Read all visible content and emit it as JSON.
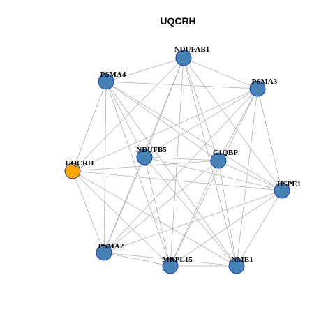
{
  "graph": {
    "title": "UQCRH",
    "colors": {
      "node_default": "#4682b4",
      "node_focus": "#ffa500",
      "node_border": "#1f3fbf",
      "edge": "#b3b3b3"
    },
    "nodes": [
      {
        "id": "NDUFAB1",
        "label": "NDUFAB1",
        "focus": false
      },
      {
        "id": "PSMA4",
        "label": "PSMA4",
        "focus": false
      },
      {
        "id": "PSMA3",
        "label": "PSMA3",
        "focus": false
      },
      {
        "id": "NDUFB5",
        "label": "NDUFB5",
        "focus": false
      },
      {
        "id": "C1QBP",
        "label": "C1QBP",
        "focus": false
      },
      {
        "id": "UQCRH",
        "label": "UQCRH",
        "focus": true
      },
      {
        "id": "HSPE1",
        "label": "HSPE1",
        "focus": false
      },
      {
        "id": "PSMA2",
        "label": "PSMA2",
        "focus": false
      },
      {
        "id": "MRPL15",
        "label": "MRPL15",
        "focus": false
      },
      {
        "id": "NME1",
        "label": "NME1",
        "focus": false
      }
    ],
    "edges": [
      [
        "NDUFAB1",
        "PSMA4"
      ],
      [
        "NDUFAB1",
        "PSMA3"
      ],
      [
        "NDUFAB1",
        "NDUFB5"
      ],
      [
        "NDUFAB1",
        "C1QBP"
      ],
      [
        "NDUFAB1",
        "HSPE1"
      ],
      [
        "NDUFAB1",
        "PSMA2"
      ],
      [
        "NDUFAB1",
        "MRPL15"
      ],
      [
        "NDUFAB1",
        "NME1"
      ],
      [
        "NDUFAB1",
        "UQCRH"
      ],
      [
        "PSMA4",
        "PSMA3"
      ],
      [
        "PSMA4",
        "C1QBP"
      ],
      [
        "PSMA4",
        "UQCRH"
      ],
      [
        "PSMA4",
        "HSPE1"
      ],
      [
        "PSMA4",
        "PSMA2"
      ],
      [
        "PSMA4",
        "MRPL15"
      ],
      [
        "PSMA4",
        "NME1"
      ],
      [
        "PSMA4",
        "NDUFB5"
      ],
      [
        "PSMA3",
        "NDUFB5"
      ],
      [
        "PSMA3",
        "C1QBP"
      ],
      [
        "PSMA3",
        "UQCRH"
      ],
      [
        "PSMA3",
        "HSPE1"
      ],
      [
        "PSMA3",
        "PSMA2"
      ],
      [
        "PSMA3",
        "MRPL15"
      ],
      [
        "PSMA3",
        "NME1"
      ],
      [
        "NDUFB5",
        "C1QBP"
      ],
      [
        "NDUFB5",
        "PSMA2"
      ],
      [
        "NDUFB5",
        "MRPL15"
      ],
      [
        "NDUFB5",
        "NME1"
      ],
      [
        "NDUFB5",
        "HSPE1"
      ],
      [
        "C1QBP",
        "UQCRH"
      ],
      [
        "C1QBP",
        "MRPL15"
      ],
      [
        "C1QBP",
        "NME1"
      ],
      [
        "C1QBP",
        "HSPE1"
      ],
      [
        "C1QBP",
        "PSMA2"
      ],
      [
        "UQCRH",
        "HSPE1"
      ],
      [
        "UQCRH",
        "PSMA2"
      ],
      [
        "UQCRH",
        "MRPL15"
      ],
      [
        "UQCRH",
        "NME1"
      ],
      [
        "HSPE1",
        "PSMA2"
      ],
      [
        "HSPE1",
        "MRPL15"
      ],
      [
        "HSPE1",
        "NME1"
      ],
      [
        "PSMA2",
        "MRPL15"
      ],
      [
        "PSMA2",
        "NME1"
      ],
      [
        "MRPL15",
        "NME1"
      ]
    ]
  }
}
